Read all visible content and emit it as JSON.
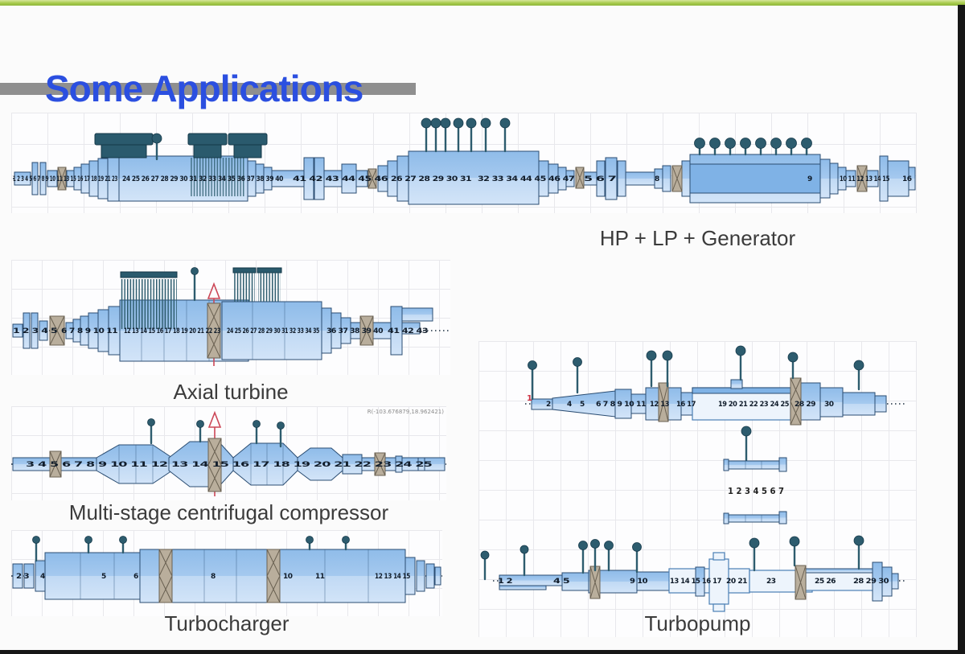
{
  "slide": {
    "title": "Some Applications"
  },
  "captions": {
    "top": "HP + LP + Generator",
    "axial": "Axial turbine",
    "compressor": "Multi-stage centrifugal compressor",
    "turbocharger": "Turbocharger",
    "turbopump": "Turbopump"
  },
  "colors": {
    "title_blue": "#2b4fe0",
    "header_strip_green": "#a7ca4c",
    "underline_gray": "#8f8f8f",
    "shaft_blue": "#a5c9ef",
    "mass_teal": "#2a5a6d",
    "bearing_tan": "#b9ae9c",
    "arrow_red": "#cc4757",
    "caption_gray": "#3b3b3b"
  },
  "rotors": {
    "hp_lp_gen": {
      "nodes": [
        "1 2 3 4 5 6 7 8 9 10 11 13 15 16 17 18 19 21 23",
        "24 25 26 27 28 29 30 31 32 33 34 35 36 37 38 39 40",
        "41 42 43 44 45 46",
        "26 27 28 29 30 31",
        "32 33 34 44 45 46 47",
        "5 6 7",
        "8",
        "9",
        "10 11 12 13 14 15",
        "16"
      ]
    },
    "axial": {
      "nodes": [
        "1 2 3 4 5",
        "6 7 8 9 10 11",
        "12 13 14 15 16 17 18 19 20 21 22 23",
        "24 25 26 27 28 29 30 31 32 33 34 35",
        "36 37 38 39 40",
        "41 42 43"
      ]
    },
    "compressor": {
      "readout": "R(-103.676879,18.962421)",
      "nodes": [
        "3 4 5 6 7 8 9 10 11 12 13 14 15 16 17 18 19 20 21 22 23 24 25"
      ]
    },
    "turbocharger": {
      "nodes": [
        "2 3",
        "4",
        "5",
        "6",
        "8",
        "10",
        "11",
        "12 13 14 15"
      ]
    },
    "turbopump": {
      "start_marker": "1",
      "top_nodes": [
        "2",
        "4",
        "5",
        "6 7 8 9 10 11",
        "12 13",
        "16 17",
        "19 20 21 22 23 24 25",
        "28 29",
        "30"
      ],
      "mid_nodes": "1 2 3 4 5 6 7",
      "bottom_nodes": [
        "1 2",
        "4 5",
        "9 10",
        "13 14 15 16 17",
        "20 21",
        "23",
        "25 26",
        "28 29 30"
      ]
    }
  }
}
